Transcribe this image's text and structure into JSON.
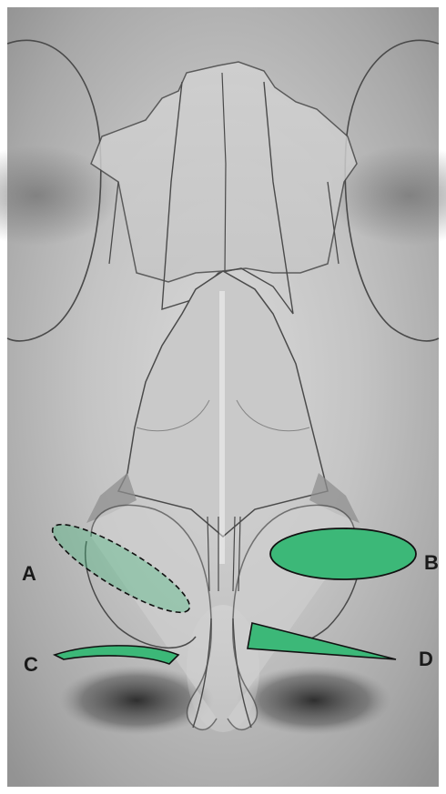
{
  "labels": {
    "a": "A",
    "b": "B",
    "c": "C",
    "d": "D"
  },
  "colors": {
    "graft_fill": "#3cb878",
    "graft_stroke": "#111111",
    "line_art": "#4a4a4a",
    "background_gray": "#b8b8b8"
  }
}
